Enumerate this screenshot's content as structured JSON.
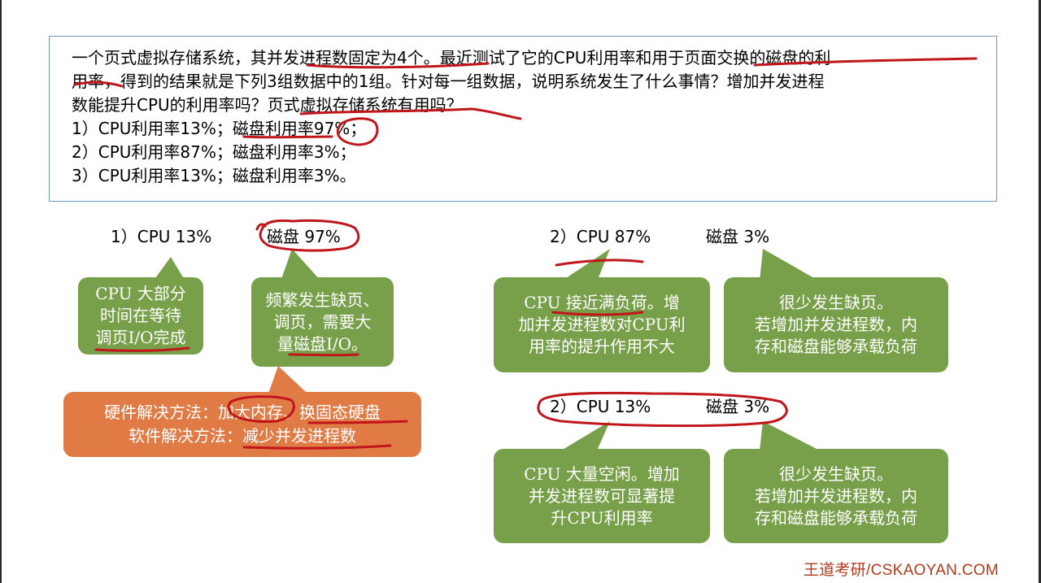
{
  "question": {
    "line1": "一个页式虚拟存储系统，其并发进程数固定为4个。最近测试了它的CPU利用率和用于页面交换的磁盘的利",
    "line2": "用率，得到的结果就是下列3组数据中的1组。针对每一组数据，说明系统发生了什么事情？增加并发进程",
    "line3": "数能提升CPU的利用率吗？页式虚拟存储系统有用吗？",
    "items": [
      "1）CPU利用率13%；磁盘利用率97%；",
      "2）CPU利用率87%；磁盘利用率3%；",
      "3）CPU利用率13%；磁盘利用率3%。"
    ]
  },
  "case1": {
    "cpu_label": "1）CPU 13%",
    "disk_label": "磁盘 97%",
    "cpu_bubble": [
      "CPU 大部分",
      "时间在等待",
      "调页I/O完成"
    ],
    "disk_bubble": [
      "频繁发生缺页、",
      "调页，需要大",
      "量磁盘I/O。"
    ],
    "solution": [
      "硬件解决方法：加大内存、换固态硬盘",
      "软件解决方法：减少并发进程数"
    ]
  },
  "case2": {
    "cpu_label": "2）CPU 87%",
    "disk_label": "磁盘 3%",
    "cpu_bubble": [
      "CPU 接近满负荷。增",
      "加并发进程数对CPU利",
      "用率的提升作用不大"
    ],
    "disk_bubble": [
      "很少发生缺页。",
      "若增加并发进程数，内",
      "存和磁盘能够承载负荷"
    ]
  },
  "case3": {
    "cpu_label": "2）CPU 13%",
    "disk_label": "磁盘 3%",
    "cpu_bubble": [
      "CPU 大量空闲。增加",
      "并发进程数可显著提",
      "升CPU利用率"
    ],
    "disk_bubble": [
      "很少发生缺页。",
      "若增加并发进程数，内",
      "存和磁盘能够承载负荷"
    ]
  },
  "footer": "王道考研/CSKAOYAN.COM",
  "colors": {
    "bubble_green": "#78a04a",
    "solution_orange": "#e07b46",
    "annotation_red": "#c0161b",
    "box_border": "#6f9ac2",
    "footer_text": "#b23a1c"
  }
}
